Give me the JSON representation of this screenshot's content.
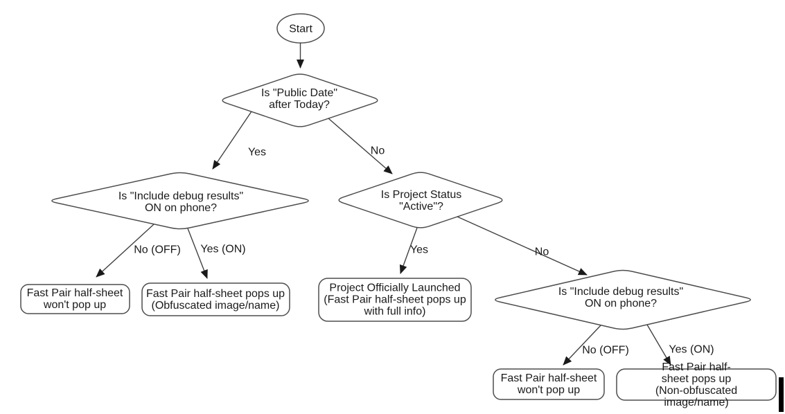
{
  "flowchart": {
    "start": {
      "label": "Start"
    },
    "decisions": {
      "public_date": {
        "label": "Is \"Public Date\"\nafter Today?"
      },
      "debug_left": {
        "label": "Is \"Include debug results\"\nON on phone?"
      },
      "project_status": {
        "label": "Is Project Status\n\"Active\"?"
      },
      "debug_right": {
        "label": "Is \"Include debug results\"\nON on phone?"
      }
    },
    "outcomes": {
      "no_popup_left": {
        "label": "Fast Pair half-sheet\nwon't pop up"
      },
      "obfuscated": {
        "label": "Fast Pair half-sheet pops up\n(Obfuscated image/name)"
      },
      "launched": {
        "label": "Project Officially Launched\n(Fast Pair half-sheet pops up\nwith full info)"
      },
      "no_popup_right": {
        "label": "Fast Pair half-sheet\nwon't pop up"
      },
      "non_obfuscated": {
        "label": "Fast Pair half-sheet pops up\n(Non-obfuscated image/name)"
      }
    },
    "edge_labels": {
      "d1_yes": "Yes",
      "d1_no": "No",
      "d2_no_off": "No (OFF)",
      "d2_yes_on": "Yes (ON)",
      "d3_yes": "Yes",
      "d3_no": "No",
      "d4_no_off": "No (OFF)",
      "d4_yes_on": "Yes (ON)"
    },
    "colors": {
      "background": "#ffffff",
      "shape_fill": "#ffffff",
      "shape_stroke": "#4d4d4d",
      "arrow_line": "#404040",
      "arrowhead": "#1a1a1a",
      "text": "#1a1a1a",
      "cursor_bar": "#000000"
    }
  }
}
